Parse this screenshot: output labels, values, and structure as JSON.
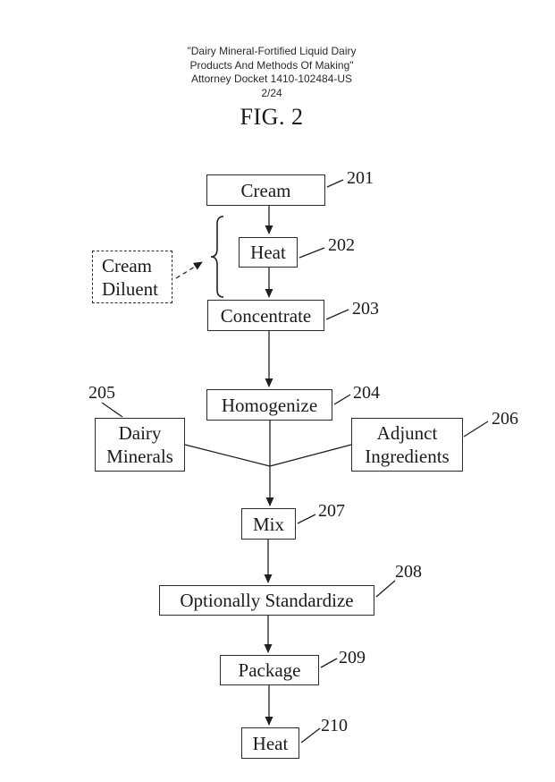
{
  "header": {
    "title_line1": "\"Dairy Mineral-Fortified Liquid Dairy",
    "title_line2": "Products And Methods Of Making\"",
    "docket_line": "Attorney Docket 1410-102484-US",
    "page_number": "2/24",
    "figure_label": "FIG. 2"
  },
  "flowchart": {
    "nodes": {
      "cream": {
        "label": "Cream",
        "ref": "201"
      },
      "heat1": {
        "label": "Heat",
        "ref": "202"
      },
      "concentrate": {
        "label": "Concentrate",
        "ref": "203"
      },
      "homogenize": {
        "label": "Homogenize",
        "ref": "204"
      },
      "dairy_minerals": {
        "label": "Dairy Minerals",
        "ref": "205"
      },
      "adjunct_ingredients": {
        "label": "Adjunct Ingredients",
        "ref": "206"
      },
      "mix": {
        "label": "Mix",
        "ref": "207"
      },
      "optionally_standardize": {
        "label": "Optionally Standardize",
        "ref": "208"
      },
      "package": {
        "label": "Package",
        "ref": "209"
      },
      "heat2": {
        "label": "Heat",
        "ref": "210"
      },
      "cream_diluent": {
        "label": "Cream Diluent"
      }
    },
    "colors": {
      "line": "#1f1f1f",
      "box_border": "#2b2b2b",
      "background": "#ffffff",
      "text": "#1b1b1b"
    }
  }
}
